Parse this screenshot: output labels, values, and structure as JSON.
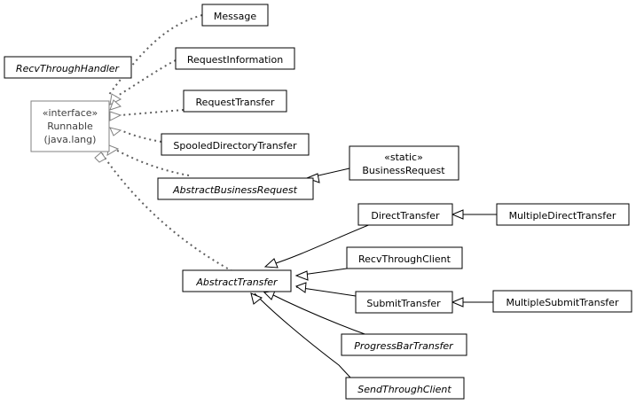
{
  "classes": {
    "runnable": {
      "stereotype": "«interface»",
      "name": "Runnable",
      "package": "(java.lang)"
    },
    "recv_through_handler": {
      "name": "RecvThroughHandler"
    },
    "message": {
      "name": "Message"
    },
    "request_information": {
      "name": "RequestInformation"
    },
    "request_transfer": {
      "name": "RequestTransfer"
    },
    "spooled_directory_transfer": {
      "name": "SpooledDirectoryTransfer"
    },
    "abstract_business_request": {
      "name": "AbstractBusinessRequest"
    },
    "business_request": {
      "stereotype": "«static»",
      "name": "BusinessRequest"
    },
    "direct_transfer": {
      "name": "DirectTransfer"
    },
    "multiple_direct_transfer": {
      "name": "MultipleDirectTransfer"
    },
    "recv_through_client": {
      "name": "RecvThroughClient"
    },
    "abstract_transfer": {
      "name": "AbstractTransfer"
    },
    "submit_transfer": {
      "name": "SubmitTransfer"
    },
    "multiple_submit_transfer": {
      "name": "MultipleSubmitTransfer"
    },
    "progress_bar_transfer": {
      "name": "ProgressBarTransfer"
    },
    "send_through_client": {
      "name": "SendThroughClient"
    }
  }
}
